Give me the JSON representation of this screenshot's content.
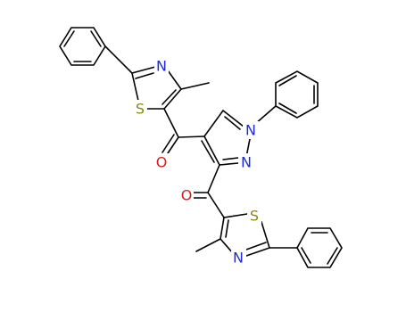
{
  "molecule": {
    "atoms": {
      "n1": {
        "label": "N",
        "color": "#1f2bd1"
      },
      "n2": {
        "label": "N",
        "color": "#1f2bd1"
      },
      "o1": {
        "label": "O",
        "color": "#d01f1f"
      },
      "o2": {
        "label": "O",
        "color": "#d01f1f"
      },
      "s1": {
        "label": "S",
        "color": "#8a8a10"
      },
      "s2": {
        "label": "S",
        "color": "#8a8a10"
      },
      "nTz1": {
        "label": "N",
        "color": "#1f2bd1"
      },
      "nTz2": {
        "label": "N",
        "color": "#1f2bd1"
      }
    },
    "bond_color": "#000000"
  }
}
